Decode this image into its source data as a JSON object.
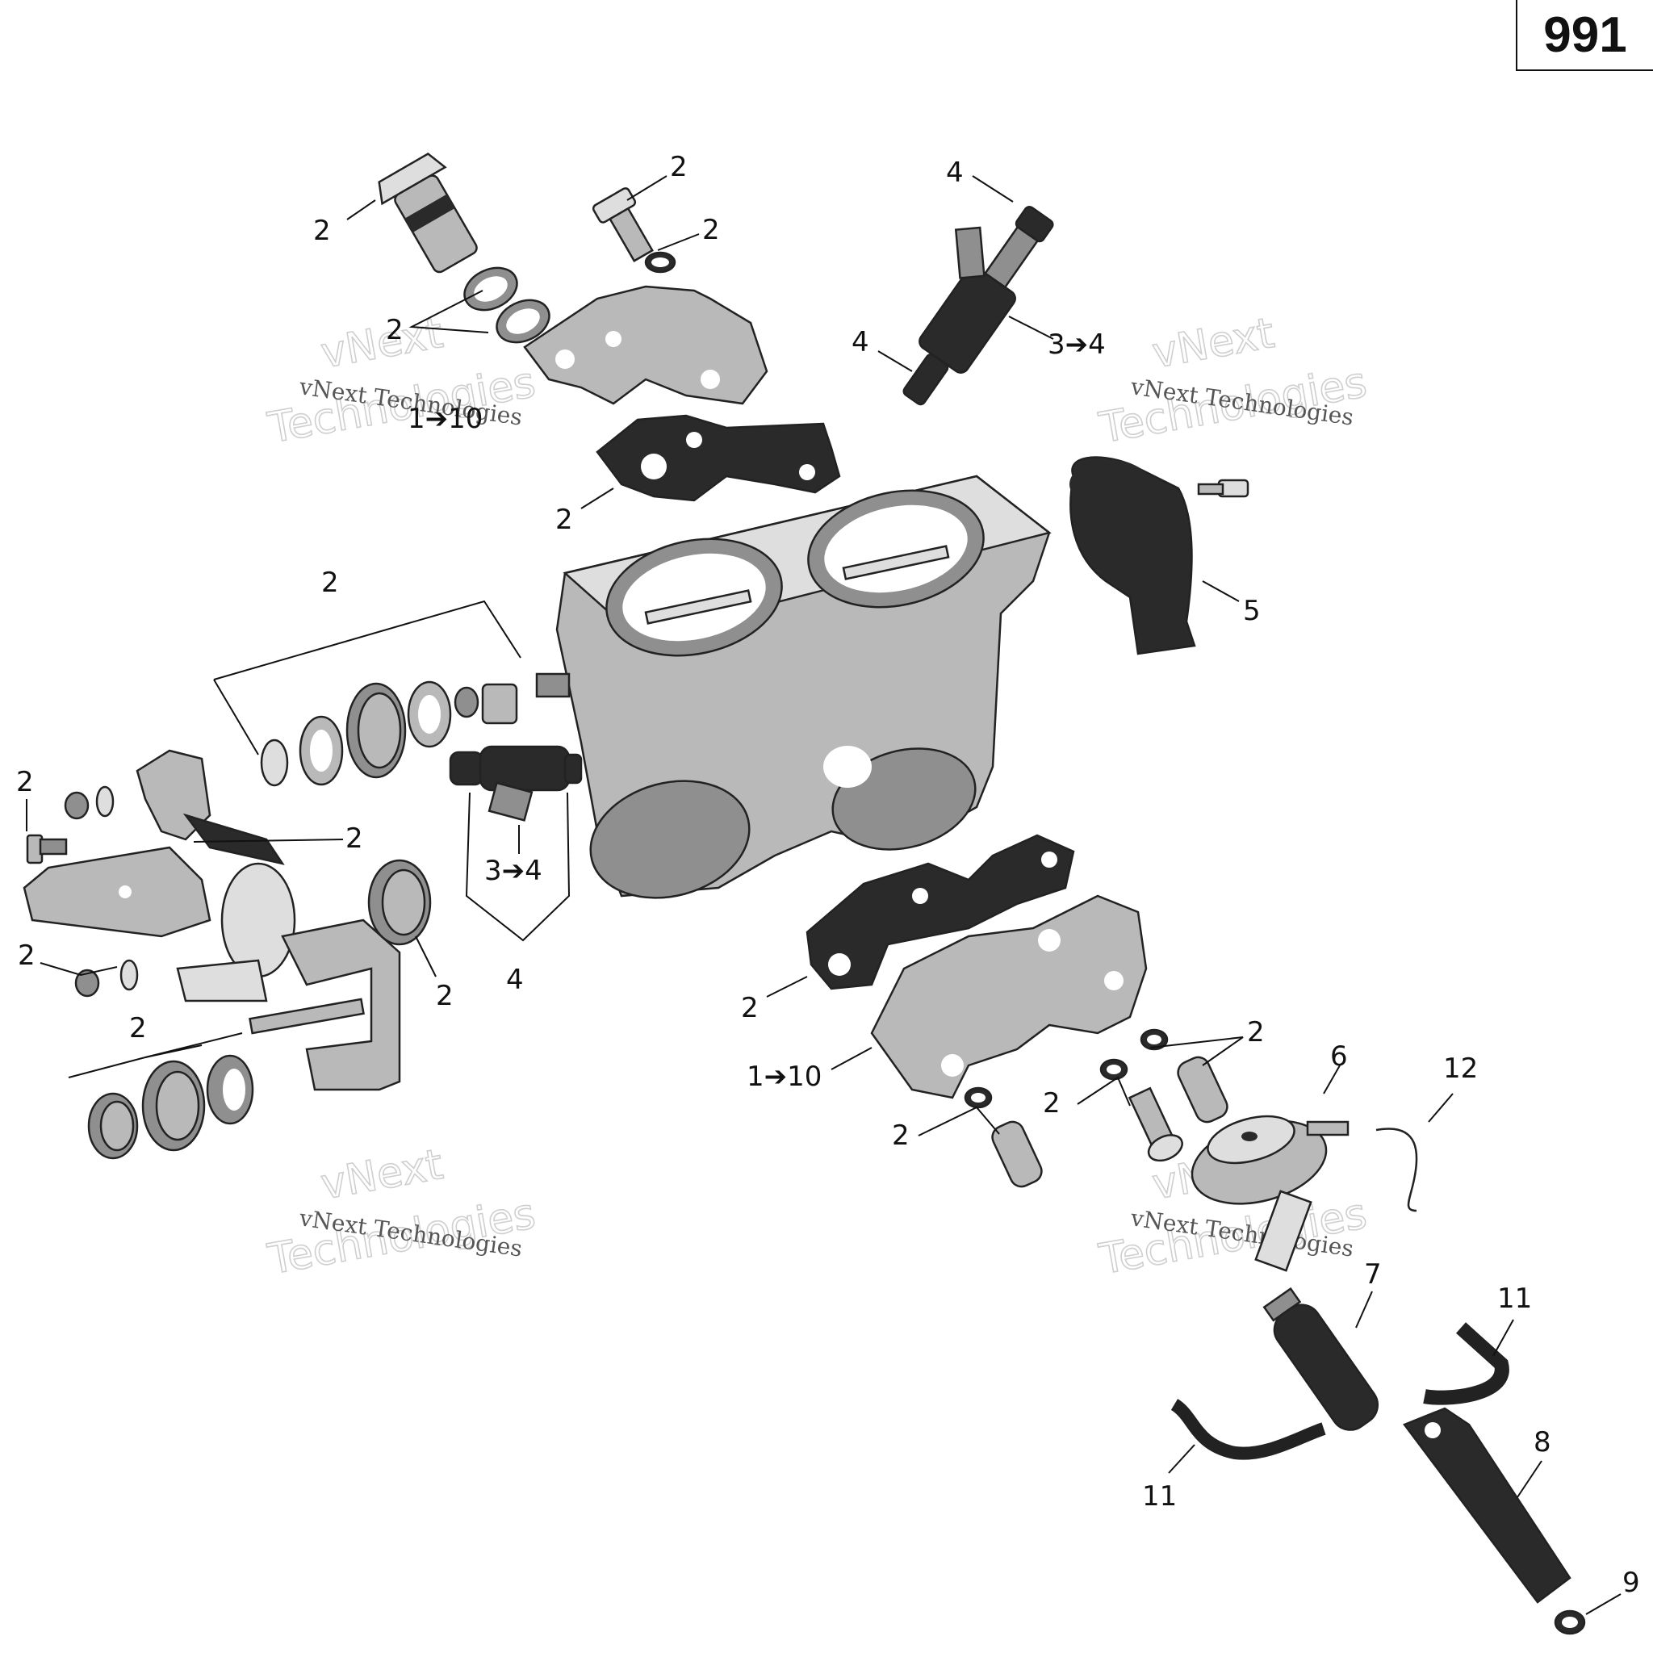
{
  "page": {
    "number": "991"
  },
  "watermark": {
    "line1": "vNext",
    "line2": "Technologies",
    "small": "vNext Technologies"
  },
  "callouts": [
    {
      "id": "c2-banjo-bolt",
      "text": "2"
    },
    {
      "id": "c2-bolt-top",
      "text": "2"
    },
    {
      "id": "c2-oring-top",
      "text": "2"
    },
    {
      "id": "c2-washers-top",
      "text": "2"
    },
    {
      "id": "c1-10-top-rail",
      "text": "1➔10"
    },
    {
      "id": "c4-injector-top",
      "text": "4"
    },
    {
      "id": "c4-injector-bottom",
      "text": "4"
    },
    {
      "id": "c3-4-injector-top",
      "text": "3➔4"
    },
    {
      "id": "c2-gasket-top",
      "text": "2"
    },
    {
      "id": "c5-sensor",
      "text": "5"
    },
    {
      "id": "c2-spring-kit",
      "text": "2"
    },
    {
      "id": "c2-screw-left",
      "text": "2"
    },
    {
      "id": "c2-lever",
      "text": "2"
    },
    {
      "id": "c2-washers-left",
      "text": "2"
    },
    {
      "id": "c2-spring-right",
      "text": "2"
    },
    {
      "id": "c3-4-injector-left",
      "text": "3➔4"
    },
    {
      "id": "c4-injector-left",
      "text": "4"
    },
    {
      "id": "c2-spring-bottom-kit",
      "text": "2"
    },
    {
      "id": "c2-gasket-bottom",
      "text": "2"
    },
    {
      "id": "c1-10-bottom-rail",
      "text": "1➔10"
    },
    {
      "id": "c2-oring-right",
      "text": "2"
    },
    {
      "id": "c2-screw-mid",
      "text": "2"
    },
    {
      "id": "c2-fitting-bottom",
      "text": "2"
    },
    {
      "id": "c6-regulator",
      "text": "6"
    },
    {
      "id": "c12-hose",
      "text": "12"
    },
    {
      "id": "c7-filter",
      "text": "7"
    },
    {
      "id": "c11-hose-right",
      "text": "11"
    },
    {
      "id": "c11-hose-left",
      "text": "11"
    },
    {
      "id": "c8-clamp",
      "text": "8"
    },
    {
      "id": "c9-oring",
      "text": "9"
    }
  ]
}
